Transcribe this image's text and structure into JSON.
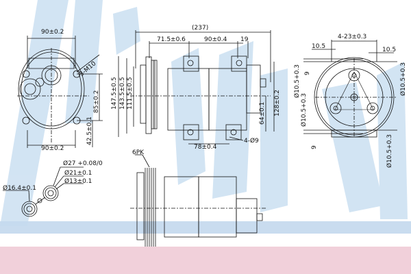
{
  "watermark": {
    "text": "Nissens",
    "color": "#b9d3ea"
  },
  "bands": {
    "blue": "#c9dcef",
    "pink": "#f1d0da"
  },
  "front_view": {
    "top_width": "90±0.2",
    "bottom_width": "90±0.2",
    "thread": "3-M10",
    "height_85": "85±0.2",
    "height_42": "42.5±0.1"
  },
  "side_view": {
    "overall_length": "(237)",
    "d1": "71.5±0.6",
    "d2": "90±0.4",
    "d3": "19",
    "h1": "147.5±0.5",
    "h2": "143.5±0.5",
    "h3": "111.5±0.5",
    "h4": "128±0.2",
    "h5": "64±0.1",
    "bottom": "78±0.4",
    "holes": "4-Ø9"
  },
  "rear_view": {
    "top": "4-23±0.3",
    "left_offset": "10.5",
    "right_offset": "10.5",
    "d_top_left": "Ø10.5+0.3",
    "d_mid_left": "Ø10.5+0.3",
    "d_right": "Ø10.5+0.3",
    "d_bottom_right": "Ø10.5+0.3",
    "h_top": "9",
    "h_bottom": "9"
  },
  "port_detail": {
    "d27": "Ø27 +0.08/0",
    "d21": "Ø21±0.1",
    "d13": "Ø13±0.1",
    "d16": "Ø16.4±0.1"
  },
  "belt_view": {
    "label": "6PK"
  }
}
